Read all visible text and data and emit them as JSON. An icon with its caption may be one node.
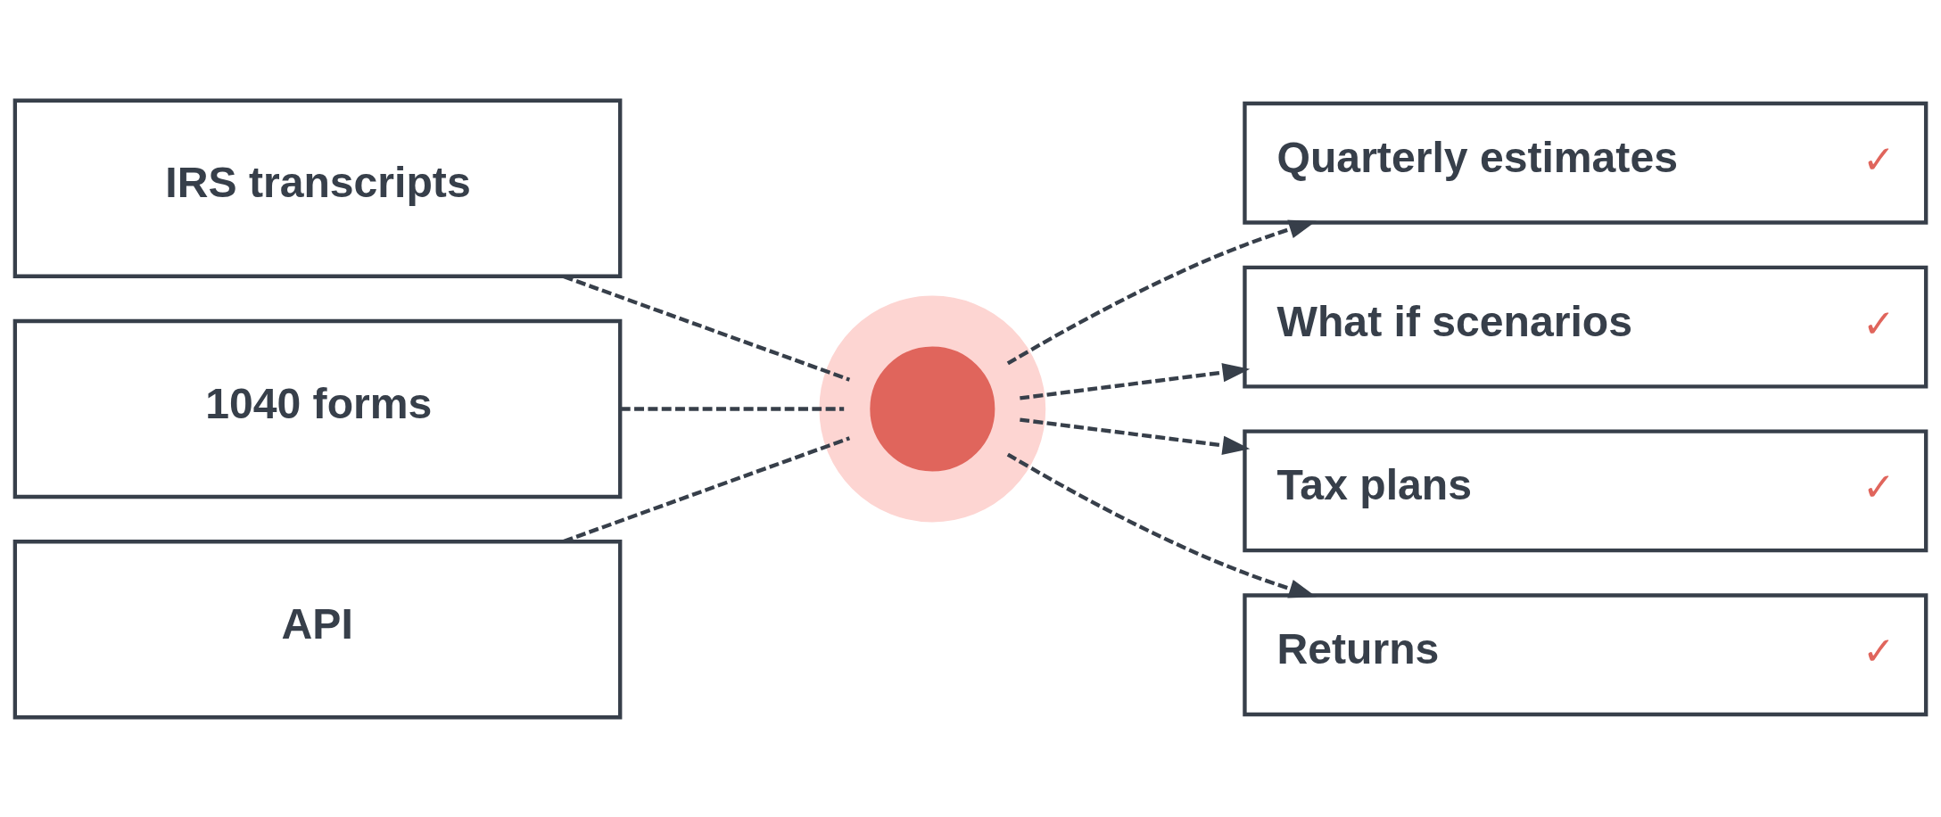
{
  "diagram": {
    "nodes": [
      {
        "text": [
          "IRS transcripts"
        ]
      },
      {
        "text": [
          "1040 forms"
        ]
      },
      {
        "text": [
          "API"
        ]
      },
      {
        "text": [],
        "shape": "circle"
      },
      {
        "text": [
          "Quarterly estimates",
          "✓"
        ]
      },
      {
        "text": [
          "What if scenarios",
          "✓"
        ]
      },
      {
        "text": [
          "Tax plans",
          "✓"
        ]
      },
      {
        "text": [
          "Returns",
          "✓"
        ]
      }
    ],
    "edges": [
      {
        "from": 0,
        "to": 3,
        "arrow": "none",
        "style": "dashed"
      },
      {
        "from": 1,
        "to": 3,
        "arrow": "none",
        "style": "dashed"
      },
      {
        "from": 2,
        "to": 3,
        "arrow": "none",
        "style": "dashed"
      },
      {
        "from": 3,
        "to": 4,
        "arrow": "to",
        "style": "dashed"
      },
      {
        "from": 3,
        "to": 5,
        "arrow": "to",
        "style": "dashed"
      },
      {
        "from": 3,
        "to": 6,
        "arrow": "to",
        "style": "dashed"
      },
      {
        "from": 3,
        "to": 7,
        "arrow": "to",
        "style": "dashed"
      }
    ]
  }
}
